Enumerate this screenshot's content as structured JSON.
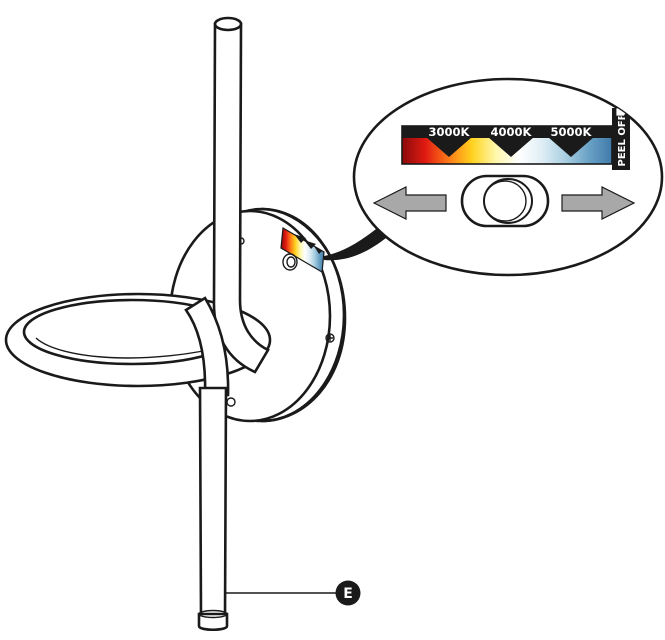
{
  "diagram": {
    "color_scale": {
      "labels": [
        "3000K",
        "4000K",
        "5000K"
      ],
      "peel_label": "PEEL OFF",
      "gradient": [
        "#8a0a0a",
        "#e01a12",
        "#ff7a18",
        "#ffd21e",
        "#fff7a8",
        "#ffffff",
        "#dfeef5",
        "#a9cfe1",
        "#6aa2c6",
        "#3f7aaa"
      ]
    },
    "arrows": {
      "color": "#a8a8a8"
    },
    "callout": {
      "letter": "E"
    },
    "line_color": "#1a1a1a"
  }
}
